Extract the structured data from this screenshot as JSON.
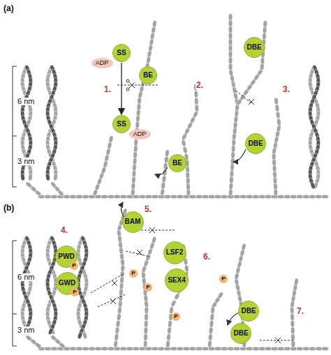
{
  "diagram": {
    "nodes": [
      {
        "text": [
          "SS"
        ]
      },
      {
        "text": [
          "ADP"
        ]
      },
      {
        "text": [
          "BE"
        ]
      },
      {
        "text": [
          "DBE"
        ]
      },
      {
        "text": [
          "SS"
        ]
      },
      {
        "text": [
          "ADP"
        ]
      },
      {
        "text": [
          "BE"
        ]
      },
      {
        "text": [
          "DBE"
        ]
      },
      {
        "text": [
          "BAM"
        ]
      },
      {
        "text": [
          "PWD"
        ]
      },
      {
        "text": [
          "P"
        ]
      },
      {
        "text": [
          "LSF2"
        ]
      },
      {
        "text": [
          "GWD"
        ]
      },
      {
        "text": [
          "P"
        ]
      },
      {
        "text": [
          "P"
        ]
      },
      {
        "text": [
          "P"
        ]
      },
      {
        "text": [
          "P"
        ]
      },
      {
        "text": [
          "P"
        ]
      },
      {
        "text": [
          "SEX4"
        ]
      },
      {
        "text": [
          "P"
        ]
      },
      {
        "text": [
          "DBE"
        ]
      },
      {
        "text": [
          "DBE"
        ]
      }
    ],
    "edges": [
      {
        "from": 0,
        "to": 4,
        "arrow": "to"
      }
    ],
    "labels": [
      "(a)",
      "6 nm",
      "3 nm",
      "1.",
      "2.",
      "3.",
      "(b)",
      "6 nm",
      "3 nm",
      "4.",
      "5.",
      "6.",
      "7."
    ]
  }
}
